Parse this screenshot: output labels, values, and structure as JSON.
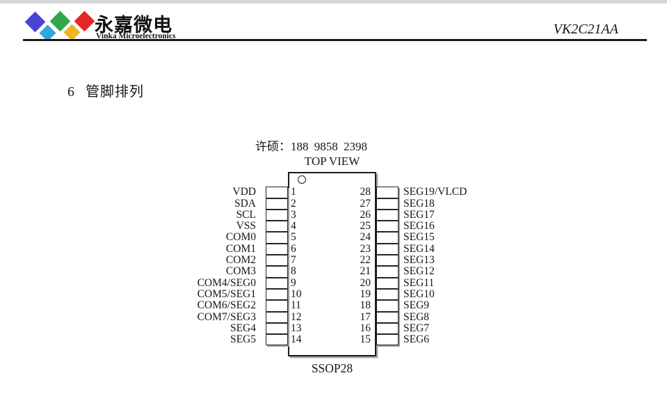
{
  "header": {
    "company_cn": "永嘉微电",
    "company_en": "Vinka Microelectronics",
    "part_number": "VK2C21AA",
    "logo_colors": {
      "blue": "#4845d2",
      "green": "#33a64c",
      "red": "#e32726",
      "cyan": "#30a8d9",
      "yellow": "#f0b429"
    }
  },
  "section": {
    "number": "6",
    "title": "管脚排列"
  },
  "diagram": {
    "note": "许硕：188 9858 2398",
    "view_label": "TOP VIEW",
    "package_label": "SSOP28",
    "pins": [
      {
        "left_label": "VDD",
        "left_pin": "1",
        "right_pin": "28",
        "right_label": "SEG19/VLCD"
      },
      {
        "left_label": "SDA",
        "left_pin": "2",
        "right_pin": "27",
        "right_label": "SEG18"
      },
      {
        "left_label": "SCL",
        "left_pin": "3",
        "right_pin": "26",
        "right_label": "SEG17"
      },
      {
        "left_label": "VSS",
        "left_pin": "4",
        "right_pin": "25",
        "right_label": "SEG16"
      },
      {
        "left_label": "COM0",
        "left_pin": "5",
        "right_pin": "24",
        "right_label": "SEG15"
      },
      {
        "left_label": "COM1",
        "left_pin": "6",
        "right_pin": "23",
        "right_label": "SEG14"
      },
      {
        "left_label": "COM2",
        "left_pin": "7",
        "right_pin": "22",
        "right_label": "SEG13"
      },
      {
        "left_label": "COM3",
        "left_pin": "8",
        "right_pin": "21",
        "right_label": "SEG12"
      },
      {
        "left_label": "COM4/SEG0",
        "left_pin": "9",
        "right_pin": "20",
        "right_label": "SEG11"
      },
      {
        "left_label": "COM5/SEG1",
        "left_pin": "10",
        "right_pin": "19",
        "right_label": "SEG10"
      },
      {
        "left_label": "COM6/SEG2",
        "left_pin": "11",
        "right_pin": "18",
        "right_label": "SEG9"
      },
      {
        "left_label": "COM7/SEG3",
        "left_pin": "12",
        "right_pin": "17",
        "right_label": "SEG8"
      },
      {
        "left_label": "SEG4",
        "left_pin": "13",
        "right_pin": "16",
        "right_label": "SEG7"
      },
      {
        "left_label": "SEG5",
        "left_pin": "14",
        "right_pin": "15",
        "right_label": "SEG6"
      }
    ]
  }
}
